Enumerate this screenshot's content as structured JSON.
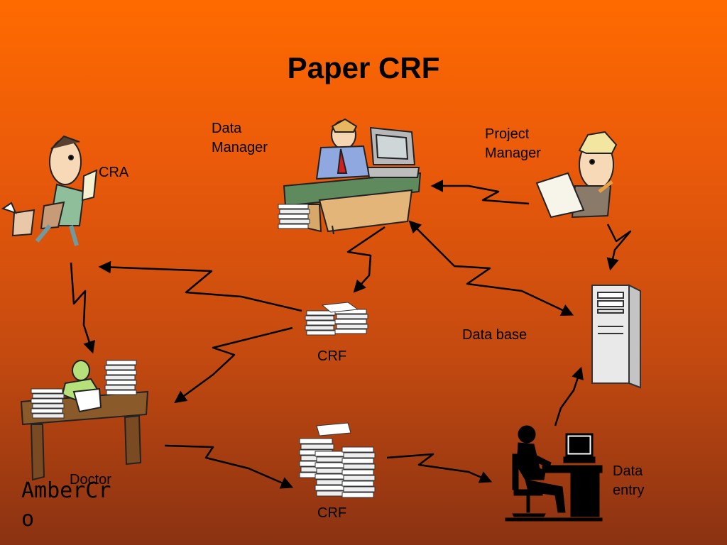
{
  "title": "Paper CRF",
  "labels": {
    "data_manager_line1": "Data",
    "data_manager_line2": "Manager",
    "project_manager_line1": "Project",
    "project_manager_line2": "Manager",
    "cra": "CRA",
    "crf_top": "CRF",
    "crf_bottom": "CRF",
    "data_base": "Data base",
    "doctor": "Doctor",
    "data_entry_line1": "Data",
    "data_entry_line2": "entry"
  },
  "brand": "AmberCro",
  "colors": {
    "background_top": "#ff6a00",
    "background_bottom": "#8a3212",
    "text": "#000000"
  }
}
